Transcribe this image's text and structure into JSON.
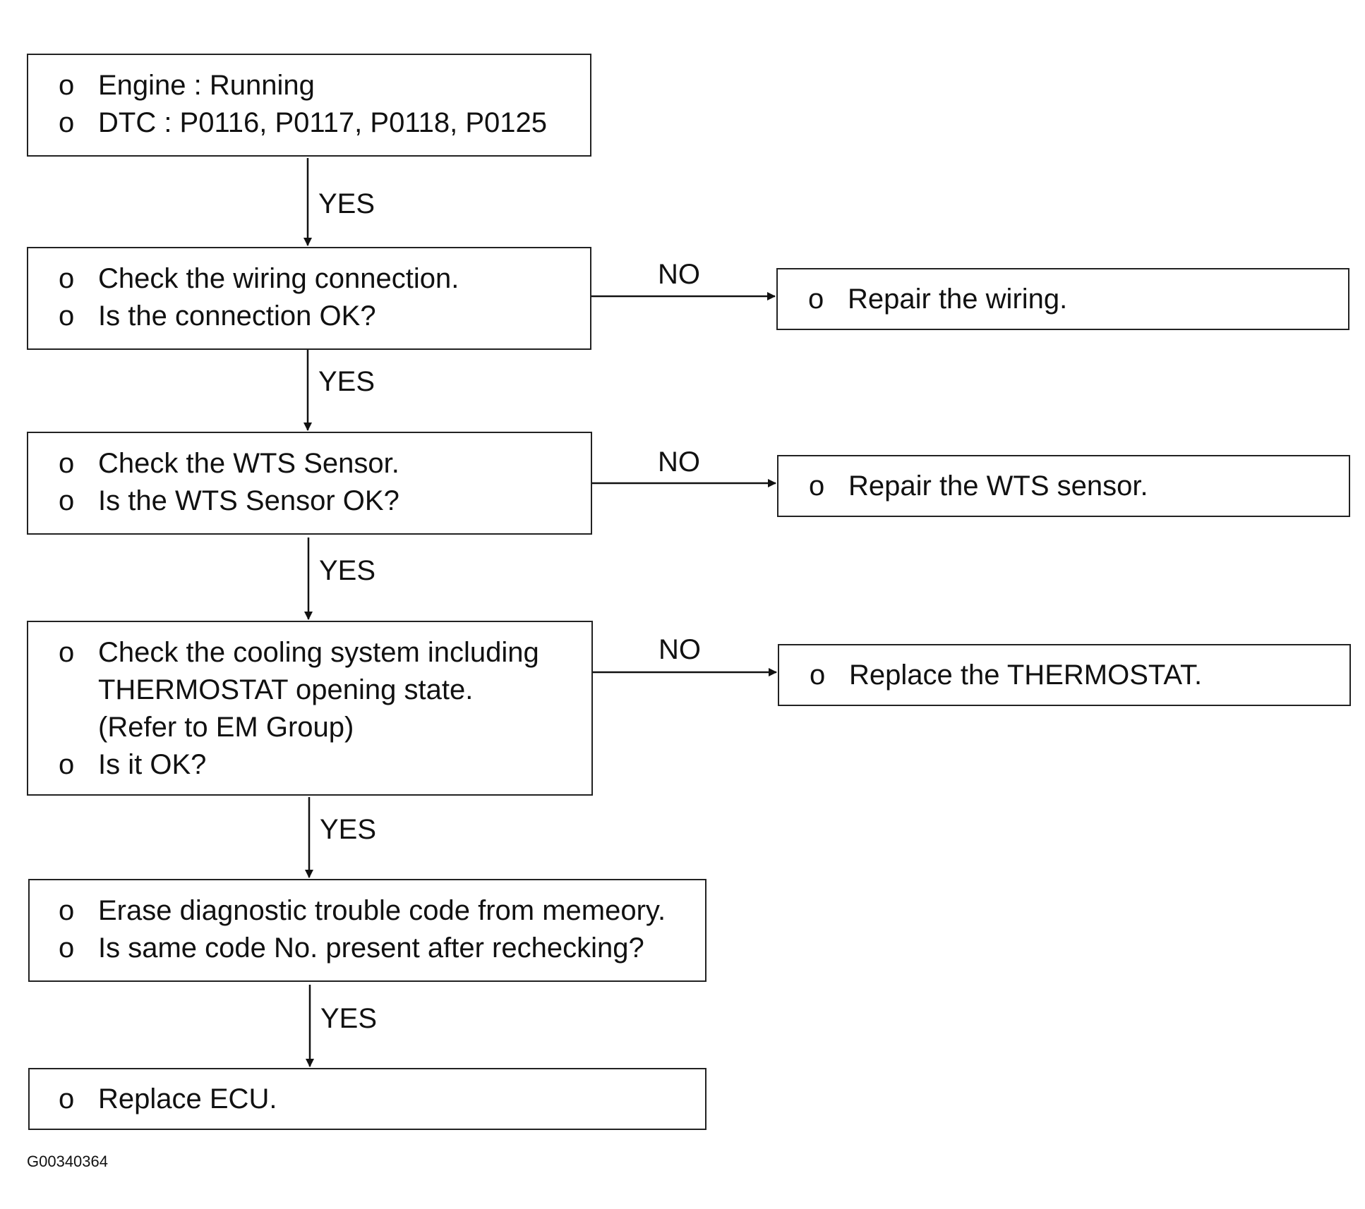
{
  "flowchart": {
    "main": [
      {
        "lines": [
          {
            "bullet": "o",
            "text": "Engine : Running"
          },
          {
            "bullet": "o",
            "text": "DTC : P0116, P0117, P0118, P0125"
          }
        ]
      },
      {
        "lines": [
          {
            "bullet": "o",
            "text": "Check the wiring connection."
          },
          {
            "bullet": "o",
            "text": "Is the connection OK?"
          }
        ]
      },
      {
        "lines": [
          {
            "bullet": "o",
            "text": "Check the WTS Sensor."
          },
          {
            "bullet": "o",
            "text": "Is the WTS Sensor OK?"
          }
        ]
      },
      {
        "lines": [
          {
            "bullet": "o",
            "text": "Check the cooling system including"
          },
          {
            "bullet": "",
            "text": "THERMOSTAT opening state."
          },
          {
            "bullet": "",
            "text": "(Refer to EM Group)"
          },
          {
            "bullet": "o",
            "text": "Is it OK?"
          }
        ]
      },
      {
        "lines": [
          {
            "bullet": "o",
            "text": "Erase diagnostic trouble code from memeory."
          },
          {
            "bullet": "o",
            "text": "Is same code No. present after rechecking?"
          }
        ]
      },
      {
        "lines": [
          {
            "bullet": "o",
            "text": "Replace ECU."
          }
        ]
      }
    ],
    "side": [
      {
        "bullet": "o",
        "text": "Repair the wiring."
      },
      {
        "bullet": "o",
        "text": "Repair the WTS sensor."
      },
      {
        "bullet": "o",
        "text": "Replace the THERMOSTAT."
      }
    ],
    "yes_labels": [
      "YES",
      "YES",
      "YES",
      "YES",
      "YES"
    ],
    "no_labels": [
      "NO",
      "NO",
      "NO"
    ]
  },
  "figure_id": "G00340364"
}
